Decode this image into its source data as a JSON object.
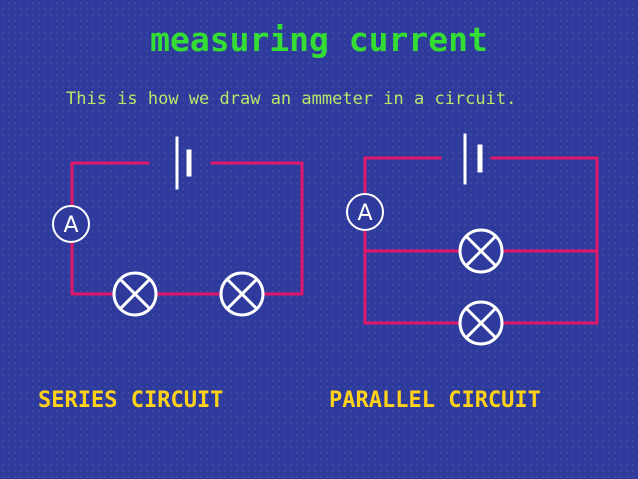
{
  "slide": {
    "title": "measuring current",
    "subtitle": "This is how we draw an ammeter in a circuit.",
    "series_label": "SERIES CIRCUIT",
    "parallel_label": "PARALLEL CIRCUIT"
  },
  "ammeter_symbol": "A",
  "colors": {
    "background": "#2e3a9c",
    "wire": "#e0186c",
    "component": "#ffffff",
    "title": "#33dd33",
    "subtitle": "#b8e86a",
    "label": "#ffd21a"
  }
}
